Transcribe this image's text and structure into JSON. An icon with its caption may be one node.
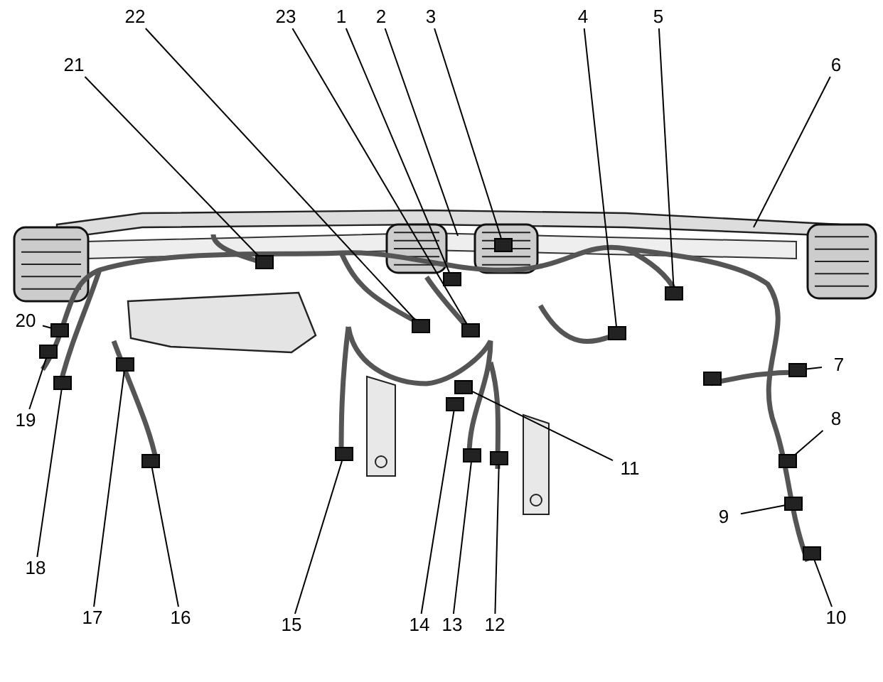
{
  "diagram": {
    "nodes": [
      {
        "text": [
          "1"
        ]
      },
      {
        "text": [
          "2"
        ]
      },
      {
        "text": [
          "3"
        ]
      },
      {
        "text": [
          "4"
        ]
      },
      {
        "text": [
          "5"
        ]
      },
      {
        "text": [
          "6"
        ]
      },
      {
        "text": [
          "7"
        ]
      },
      {
        "text": [
          "8"
        ]
      },
      {
        "text": [
          "9"
        ]
      },
      {
        "text": [
          "10"
        ]
      },
      {
        "text": [
          "11"
        ]
      },
      {
        "text": [
          "12"
        ]
      },
      {
        "text": [
          "13"
        ]
      },
      {
        "text": [
          "14"
        ]
      },
      {
        "text": [
          "15"
        ]
      },
      {
        "text": [
          "16"
        ]
      },
      {
        "text": [
          "17"
        ]
      },
      {
        "text": [
          "18"
        ]
      },
      {
        "text": [
          "19"
        ]
      },
      {
        "text": [
          "20"
        ]
      },
      {
        "text": [
          "21"
        ]
      },
      {
        "text": [
          "22"
        ]
      },
      {
        "text": [
          "23"
        ]
      },
      {
        "text": [],
        "shape": "box"
      },
      {
        "text": [],
        "shape": "box"
      },
      {
        "text": [],
        "shape": "box"
      },
      {
        "text": [],
        "shape": "box"
      },
      {
        "text": [],
        "shape": "box"
      },
      {
        "text": [],
        "shape": "box"
      },
      {
        "text": [],
        "shape": "box"
      },
      {
        "text": [],
        "shape": "box"
      },
      {
        "text": [],
        "shape": "box"
      },
      {
        "text": [],
        "shape": "box"
      },
      {
        "text": [],
        "shape": "box"
      },
      {
        "text": [],
        "shape": "box"
      },
      {
        "text": [],
        "shape": "box"
      },
      {
        "text": [],
        "shape": "box"
      },
      {
        "text": [],
        "shape": "box"
      },
      {
        "text": [],
        "shape": "box"
      },
      {
        "text": [],
        "shape": "box"
      },
      {
        "text": [],
        "shape": "box"
      },
      {
        "text": [],
        "shape": "box"
      },
      {
        "text": [],
        "shape": "box"
      },
      {
        "text": [],
        "shape": "box"
      },
      {
        "text": [],
        "shape": "box"
      }
    ],
    "edges": [
      {
        "from": 0,
        "to": 23,
        "arrow": "none"
      },
      {
        "from": 1,
        "to": null,
        "arrow": "none"
      },
      {
        "from": 2,
        "to": 24,
        "arrow": "none"
      },
      {
        "from": 3,
        "to": 25,
        "arrow": "none"
      },
      {
        "from": 4,
        "to": 26,
        "arrow": "none"
      },
      {
        "from": 5,
        "to": null,
        "arrow": "none"
      },
      {
        "from": 6,
        "to": 27,
        "arrow": "none"
      },
      {
        "from": 7,
        "to": 28,
        "arrow": "none"
      },
      {
        "from": 8,
        "to": 29,
        "arrow": "none"
      },
      {
        "from": 9,
        "to": 30,
        "arrow": "none"
      },
      {
        "from": 10,
        "to": 31,
        "arrow": "none"
      },
      {
        "from": 11,
        "to": 32,
        "arrow": "none"
      },
      {
        "from": 12,
        "to": 33,
        "arrow": "none"
      },
      {
        "from": 13,
        "to": 34,
        "arrow": "none"
      },
      {
        "from": 14,
        "to": 35,
        "arrow": "none"
      },
      {
        "from": 15,
        "to": 36,
        "arrow": "none"
      },
      {
        "from": 16,
        "to": 37,
        "arrow": "none"
      },
      {
        "from": 17,
        "to": 38,
        "arrow": "none"
      },
      {
        "from": 18,
        "to": 39,
        "arrow": "none"
      },
      {
        "from": 19,
        "to": 40,
        "arrow": "none"
      },
      {
        "from": 20,
        "to": 41,
        "arrow": "none"
      },
      {
        "from": 21,
        "to": 42,
        "arrow": "none"
      },
      {
        "from": 22,
        "to": 43,
        "arrow": "none"
      }
    ]
  }
}
